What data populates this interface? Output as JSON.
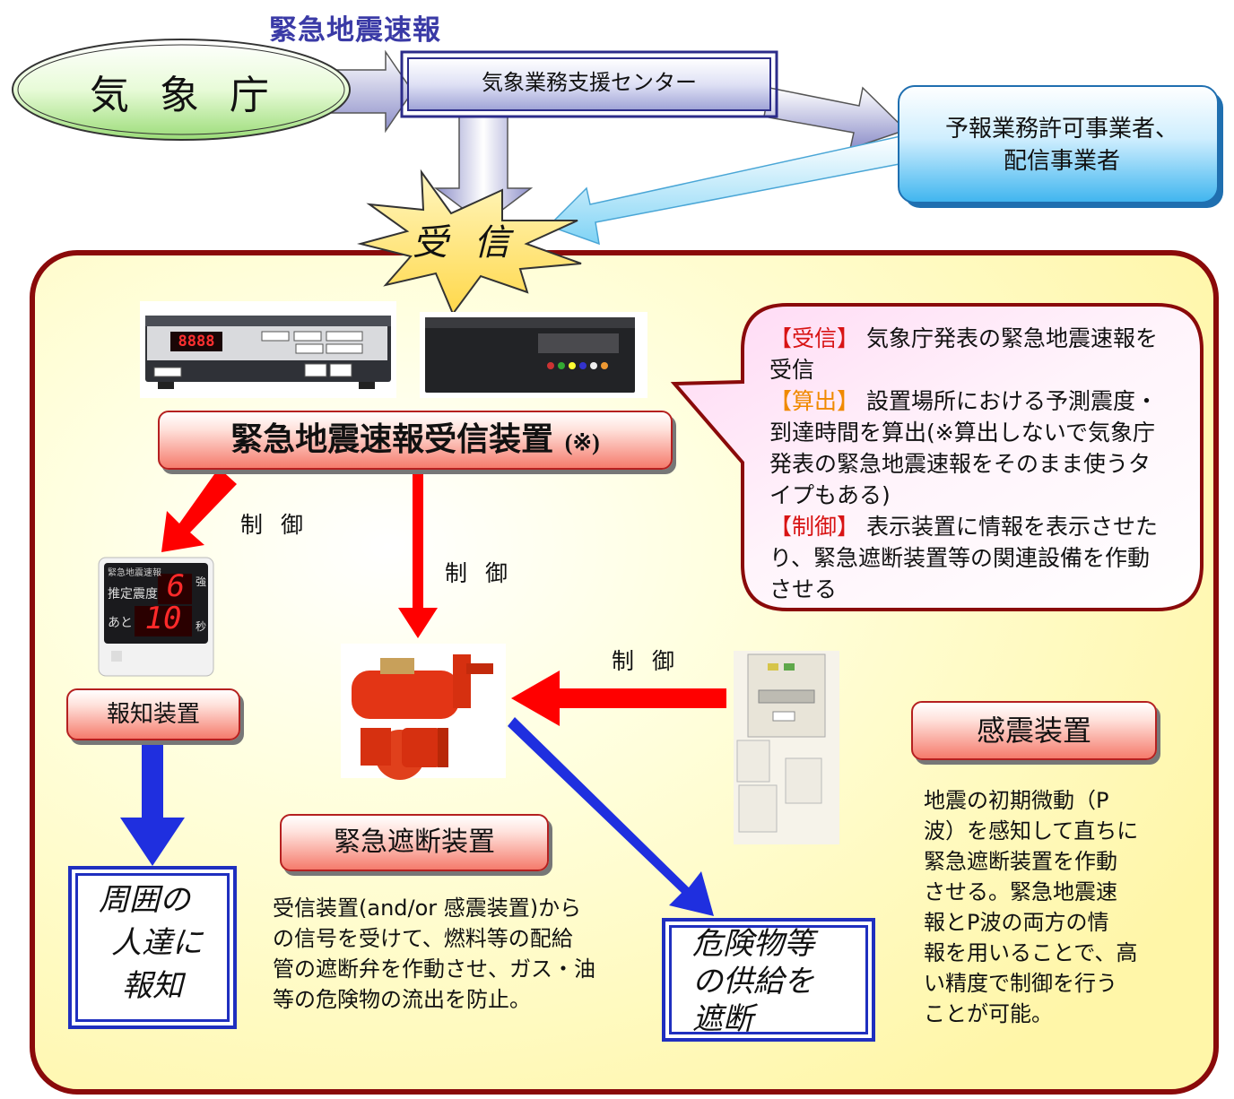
{
  "title": "緊急地震速報",
  "top_nodes": {
    "jma": "気 象 庁",
    "center": "気象業務支援センター",
    "forecaster": [
      "予報業務許可事業者、",
      "配信事業者"
    ],
    "receive": "受 信"
  },
  "device": {
    "label": "緊急地震速報受信装置",
    "note": "(※)"
  },
  "speech": {
    "items": [
      {
        "tag": "【受信】",
        "tag_color": "#d81414",
        "text": "気象庁発表の緊急地震速報を受信"
      },
      {
        "tag": "【算出】",
        "tag_color": "#f08a00",
        "text": "設置場所における予測震度・到達時間を算出(※算出しないで気象庁発表の緊急地震速報をそのまま使うタイプもある)"
      },
      {
        "tag": "【制御】",
        "tag_color": "#d81414",
        "text": "表示装置に情報を表示させたり、緊急遮断装置等の関連設備を作動させる"
      }
    ]
  },
  "control_labels": {
    "left": "制 御",
    "center": "制 御",
    "right": "制 御"
  },
  "alarm": {
    "label": "報知装置",
    "result": [
      "周囲の",
      "人達に",
      "報知"
    ]
  },
  "shutoff": {
    "label": "緊急遮断装置",
    "desc": [
      "受信装置(and/or 感震装置)から",
      "の信号を受けて、燃料等の配給",
      "管の遮断弁を作動させ、ガス・油",
      "等の危険物の流出を防止。"
    ],
    "result": [
      "危険物等",
      "の供給を",
      "遮断"
    ]
  },
  "sensor": {
    "label": "感震装置",
    "desc": [
      "地震の初期微動（P",
      "波）を感知して直ちに",
      "緊急遮断装置を作動",
      "させる。緊急地震速",
      "報とP波の両方の情",
      "報を用いることで、高",
      "い精度で制御を行う",
      "ことが可能。"
    ]
  },
  "colors": {
    "panel_border": "#8a0a0a",
    "panel_fill": "#ffffc8",
    "arrow_red": "#ff0000",
    "arrow_blue": "#1f2fdf",
    "result_border": "#1f2fbf"
  },
  "photos": {
    "receiver1": {
      "display": "8888"
    },
    "alarm_panel": {
      "line1": "緊急地震速報",
      "line2": "推定震度",
      "line3": "あと",
      "digit1": "6",
      "digit2": "10",
      "unit1": "強",
      "unit2": "秒"
    }
  }
}
